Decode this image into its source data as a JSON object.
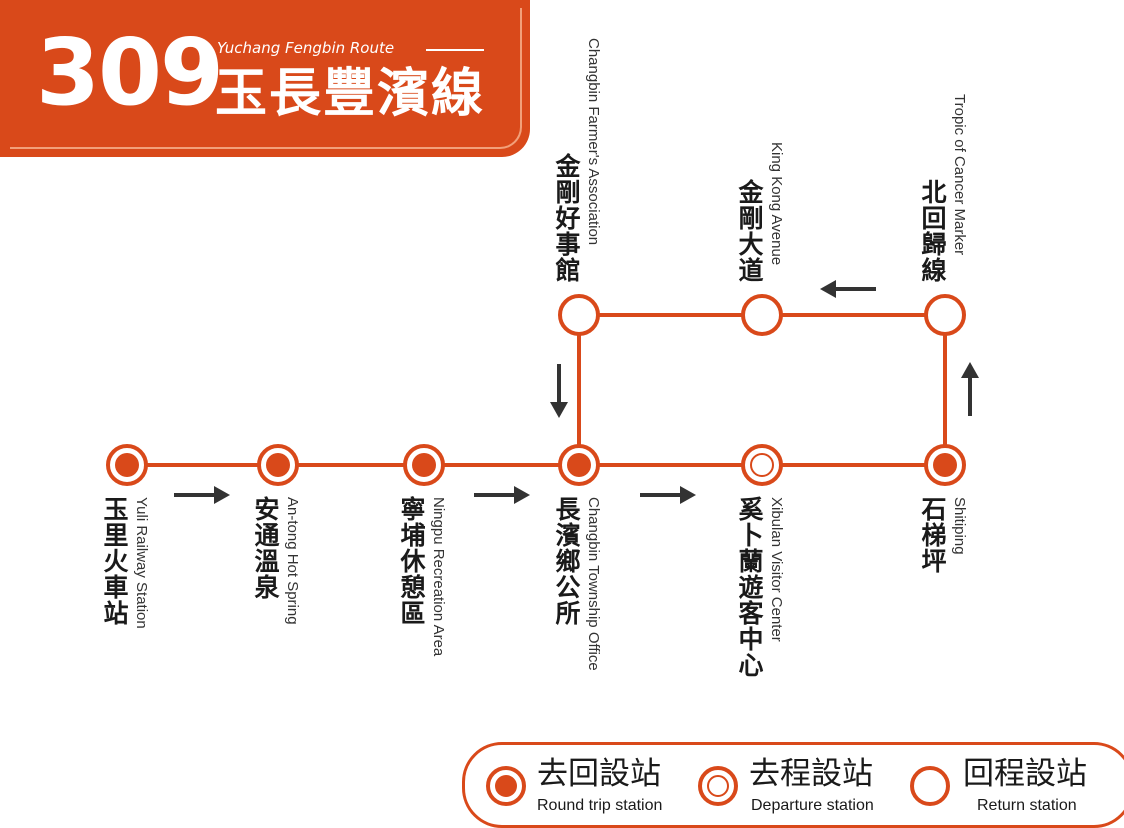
{
  "header": {
    "route_number": "309",
    "route_name_en": "Yuchang Fengbin Route",
    "route_name_zh": "玉長豐濱線"
  },
  "colors": {
    "brand": "#d9491a",
    "arrow": "#333333",
    "text": "#1a1a1a"
  },
  "stations": [
    {
      "id": "yuli",
      "zh": "玉里火車站",
      "en": "Yuli Railway Station",
      "type": "round_trip"
    },
    {
      "id": "antong",
      "zh": "安通溫泉",
      "en": "An-tong Hot Spring",
      "type": "round_trip"
    },
    {
      "id": "ningpu",
      "zh": "寧埔休憩區",
      "en": "Ningpu Recreation Area",
      "type": "round_trip"
    },
    {
      "id": "changbin-office",
      "zh": "長濱鄉公所",
      "en": "Changbin Township Office",
      "type": "round_trip"
    },
    {
      "id": "xibulan",
      "zh": "奚卜蘭遊客中心",
      "en": "Xibulan Visitor Center",
      "type": "departure"
    },
    {
      "id": "shitiping",
      "zh": "石梯坪",
      "en": "Shitiping",
      "type": "round_trip"
    },
    {
      "id": "tropic",
      "zh": "北回歸線",
      "en": "Tropic of Cancer Marker",
      "type": "return"
    },
    {
      "id": "kingkong",
      "zh": "金剛大道",
      "en": "King Kong Avenue",
      "type": "return"
    },
    {
      "id": "farmers",
      "zh": "金剛好事館",
      "en": "Changbin Farmer's Association",
      "type": "return"
    }
  ],
  "legend": [
    {
      "type": "round_trip",
      "zh": "去回設站",
      "en": "Round trip station"
    },
    {
      "type": "departure",
      "zh": "去程設站",
      "en": "Departure station"
    },
    {
      "type": "return",
      "zh": "回程設站",
      "en": "Return station"
    }
  ]
}
